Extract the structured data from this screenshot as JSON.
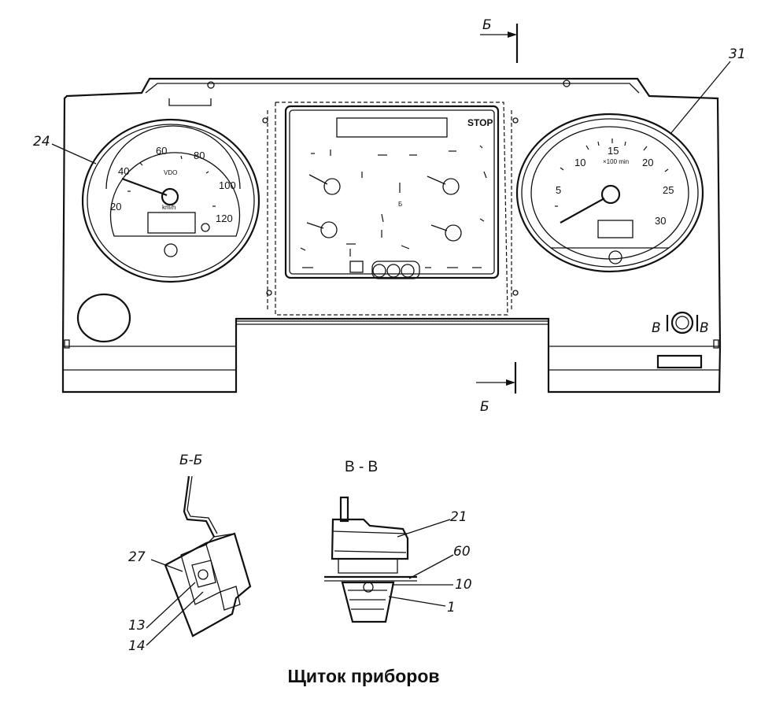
{
  "title": "Щиток приборов",
  "callouts": {
    "c24": "24",
    "c31": "31",
    "c21": "21",
    "c60": "60",
    "c10": "10",
    "c1": "1",
    "c27": "27",
    "c13": "13",
    "c14": "14"
  },
  "section_marks": {
    "b_top": "Б",
    "b_bottom": "Б",
    "v_left": "В",
    "v_right": "В"
  },
  "section_titles": {
    "bb": "Б-Б",
    "vv": "В - В"
  },
  "speedometer": {
    "brand": "VDO",
    "unit": "km/h",
    "scale": [
      "20",
      "40",
      "60",
      "80",
      "100",
      "120"
    ]
  },
  "tachometer": {
    "unit": "×100 min",
    "scale": [
      "5",
      "10",
      "15",
      "20",
      "25",
      "30"
    ]
  },
  "center_panel": {
    "stop_label": "STOP",
    "gauge_label": "Б"
  }
}
